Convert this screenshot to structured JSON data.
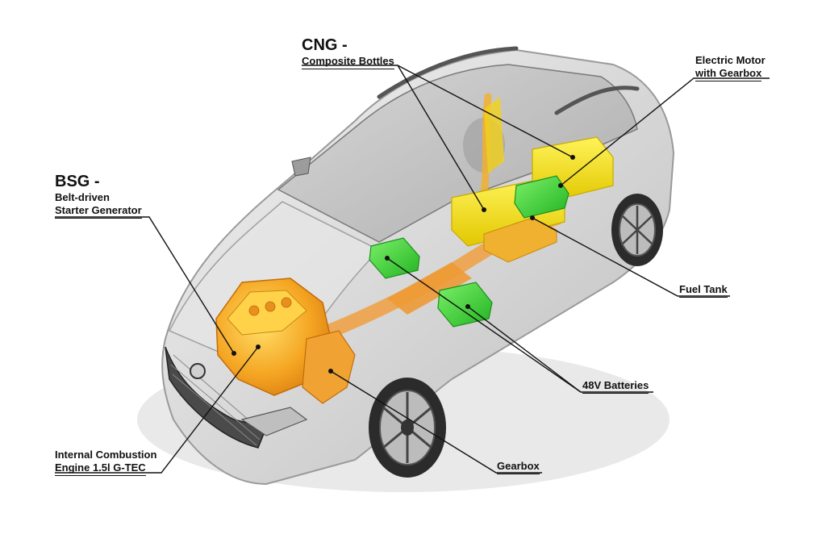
{
  "labels": {
    "cng": {
      "heading": "CNG -",
      "line1": "Composite Bottles"
    },
    "electric_motor": {
      "line1": "Electric Motor",
      "line2": "with Gearbox"
    },
    "bsg": {
      "heading": "BSG -",
      "line1": "Belt-driven",
      "line2": "Starter Generator"
    },
    "fuel_tank": {
      "line1": "Fuel Tank"
    },
    "batteries": {
      "line1": "48V Batteries"
    },
    "ice": {
      "line1": "Internal Combustion",
      "line2": "Engine 1.5l G-TEC"
    },
    "gearbox": {
      "line1": "Gearbox"
    }
  },
  "colors": {
    "engine": "#f5a623",
    "tank": "#f2e21a",
    "battery": "#3ddc3a",
    "body": "#d9d9d9",
    "exhaust": "#f0a040"
  }
}
